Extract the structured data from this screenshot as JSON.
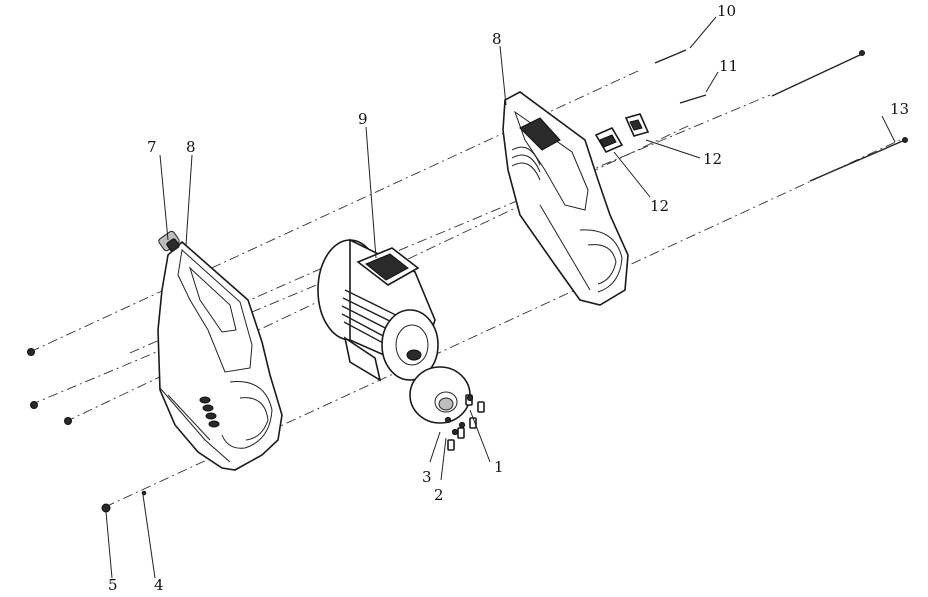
{
  "callouts": {
    "c1": "1",
    "c2": "2",
    "c3": "3",
    "c4": "4",
    "c5": "5",
    "c7": "7",
    "c8a": "8",
    "c8b": "8",
    "c9": "9",
    "c10": "10",
    "c11": "11",
    "c12a": "12",
    "c12b": "12",
    "c13": "13"
  }
}
